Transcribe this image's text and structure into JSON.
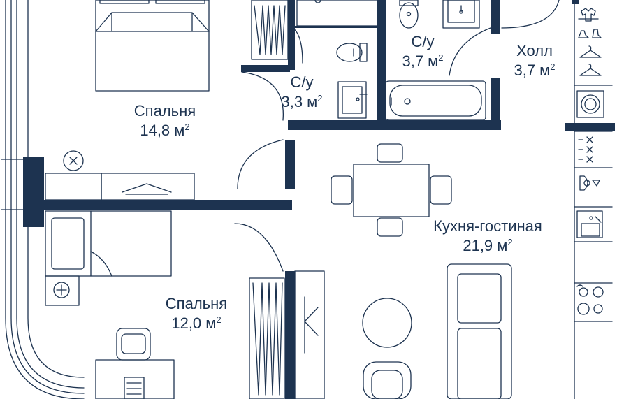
{
  "colors": {
    "wall": "#1d3350",
    "line": "#1d3350",
    "background": "#ffffff"
  },
  "rooms": [
    {
      "id": "bedroom-1",
      "name": "Спальня",
      "area": "14,8 м",
      "unit_exp": "2"
    },
    {
      "id": "bathroom-1",
      "name": "С/у",
      "area": "3,3 м",
      "unit_exp": "2"
    },
    {
      "id": "bathroom-2",
      "name": "С/у",
      "area": "3,7 м",
      "unit_exp": "2"
    },
    {
      "id": "hall",
      "name": "Холл",
      "area": "3,7 м",
      "unit_exp": "2"
    },
    {
      "id": "kitchen-living",
      "name": "Кухня-гостиная",
      "area": "21,9 м",
      "unit_exp": "2"
    },
    {
      "id": "bedroom-2",
      "name": "Спальня",
      "area": "12,0 м",
      "unit_exp": "2"
    }
  ],
  "icons": {
    "furniture": [
      "double-bed-icon",
      "single-bed-icon",
      "wardrobe-icon",
      "toilet-icon",
      "sink-icon",
      "bathtub-icon",
      "washing-machine-icon",
      "dining-table-icon",
      "sofa-icon",
      "round-table-icon",
      "armchair-icon",
      "desk-icon",
      "cooktop-icon",
      "kitchen-sink-icon",
      "dishwasher-icon",
      "hanger-icon",
      "shoe-icon",
      "tshirt-icon"
    ]
  }
}
